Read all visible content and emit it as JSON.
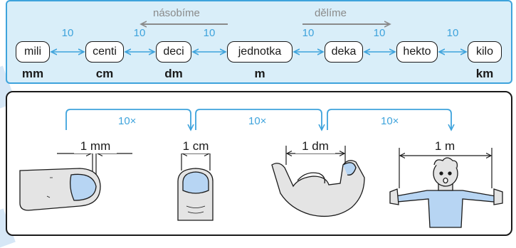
{
  "scale": {
    "direction_left": "násobíme",
    "direction_right": "dělíme",
    "prefixes": [
      "mili",
      "centi",
      "deci",
      "jednotka",
      "deka",
      "hekto",
      "kilo"
    ],
    "factors": [
      "10",
      "10",
      "10",
      "10",
      "10",
      "10"
    ],
    "units": [
      "mm",
      "cm",
      "dm",
      "m",
      "km"
    ]
  },
  "examples": {
    "multipliers": [
      "10×",
      "10×",
      "10×"
    ],
    "measures": [
      "1 mm",
      "1 cm",
      "1 dm",
      "1 m"
    ]
  },
  "colors": {
    "panel_fill": "#d9eef9",
    "accent": "#3ea3dc",
    "ink": "#1a1a1a",
    "muted_arrow": "#8a8a8a",
    "skin": "#e4e4e4",
    "nail": "#b7d5f3"
  }
}
